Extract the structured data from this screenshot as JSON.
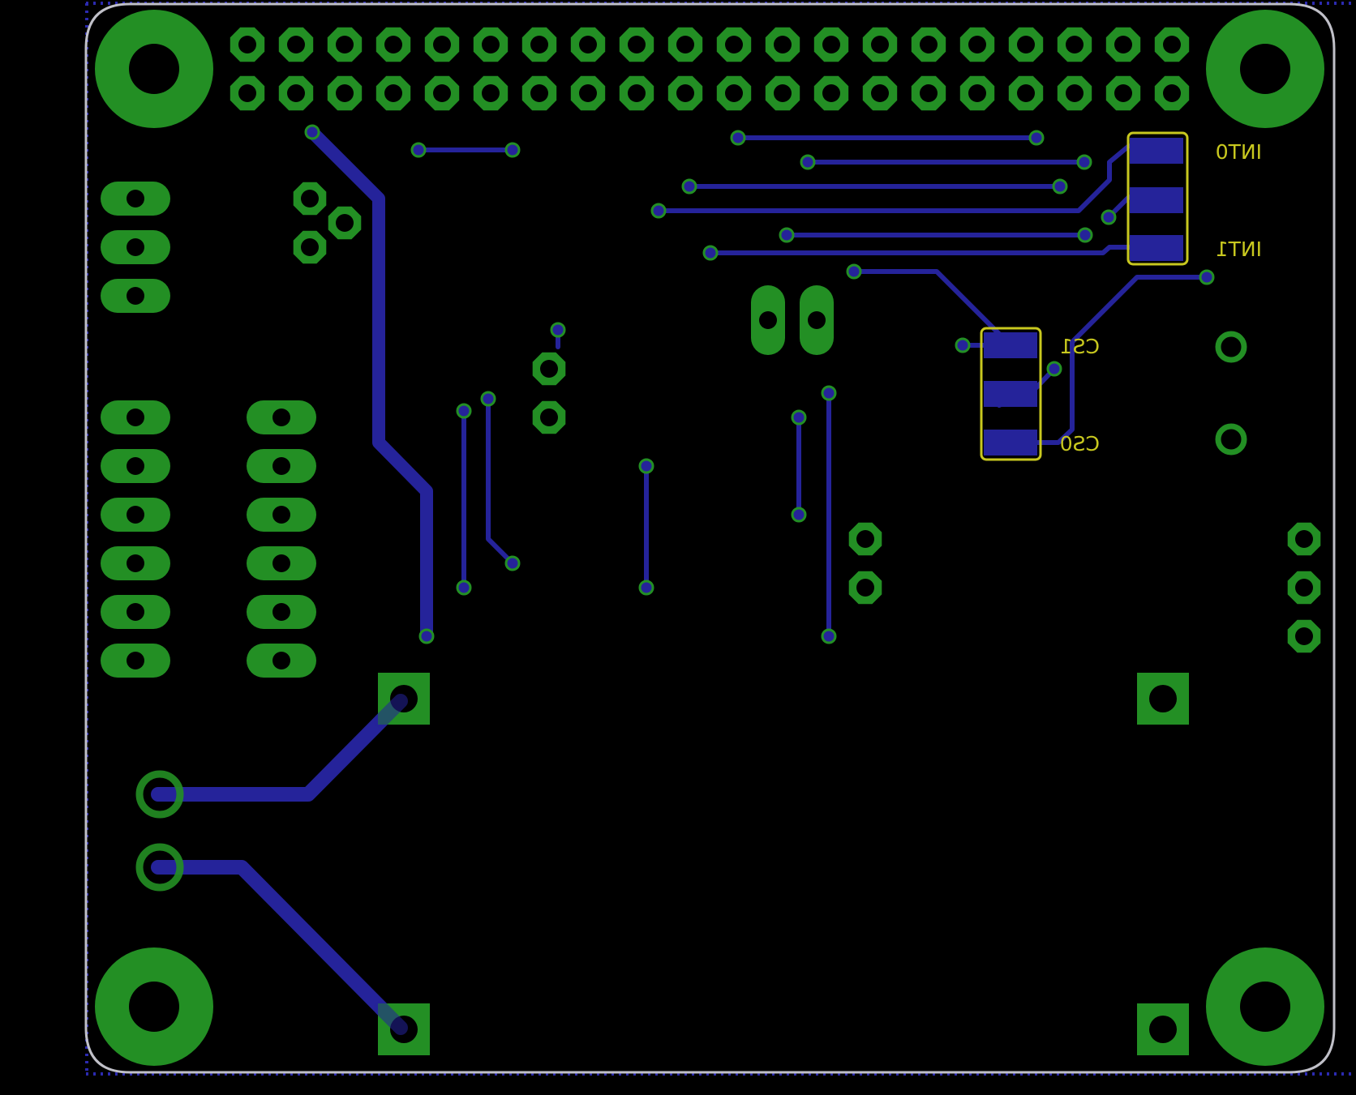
{
  "colors": {
    "background": "#000000",
    "copper_pad": "#238f24",
    "bottom_trace": "#25239a",
    "silkscreen": "#c8c81f",
    "board_outline": "#c0c0c8",
    "drill_hole": "#000000"
  },
  "board": {
    "mirrored_view": true
  },
  "silkscreen_labels": {
    "int0": "INT0",
    "int1": "INT1",
    "cs1": "CS1",
    "cs0": "CS0"
  }
}
